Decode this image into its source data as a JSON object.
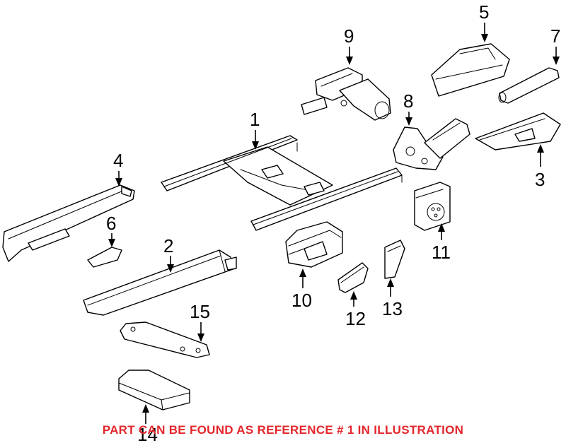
{
  "diagram": {
    "callouts": [
      {
        "id": "1",
        "label": "1"
      },
      {
        "id": "2",
        "label": "2"
      },
      {
        "id": "3",
        "label": "3"
      },
      {
        "id": "4",
        "label": "4"
      },
      {
        "id": "5",
        "label": "5"
      },
      {
        "id": "6",
        "label": "6"
      },
      {
        "id": "7",
        "label": "7"
      },
      {
        "id": "8",
        "label": "8"
      },
      {
        "id": "9",
        "label": "9"
      },
      {
        "id": "10",
        "label": "10"
      },
      {
        "id": "11",
        "label": "11"
      },
      {
        "id": "12",
        "label": "12"
      },
      {
        "id": "13",
        "label": "13"
      },
      {
        "id": "14",
        "label": "14"
      },
      {
        "id": "15",
        "label": "15"
      }
    ],
    "note": {
      "text": "PART CAN BE FOUND AS REFERENCE # 1 IN ILLUSTRATION",
      "color": "#e3262c"
    },
    "line_color": "#000000",
    "background": "#ffffff"
  }
}
